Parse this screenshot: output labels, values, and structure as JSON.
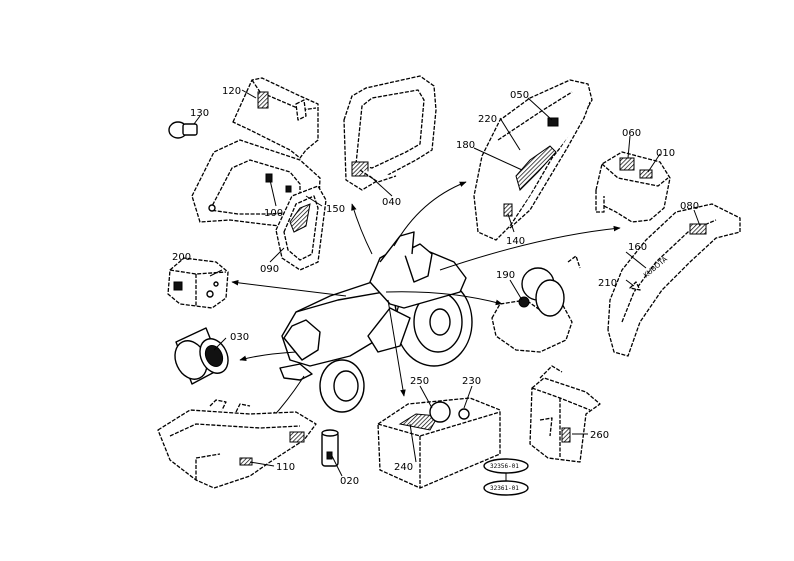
{
  "callouts": {
    "c010": "010",
    "c020": "020",
    "c030": "030",
    "c040": "040",
    "c050": "050",
    "c060": "060",
    "c080": "080",
    "c090": "090",
    "c100": "100",
    "c110": "110",
    "c120": "120",
    "c130": "130",
    "c140": "140",
    "c150": "150",
    "c160": "160",
    "c180": "180",
    "c190": "190",
    "c200": "200",
    "c210": "210",
    "c220": "220",
    "c230": "230",
    "c240": "240",
    "c250": "250",
    "c260": "260"
  },
  "reference_codes": {
    "top": "32356-01",
    "bottom": "32361-01"
  },
  "fender_label": "KUBOTA"
}
